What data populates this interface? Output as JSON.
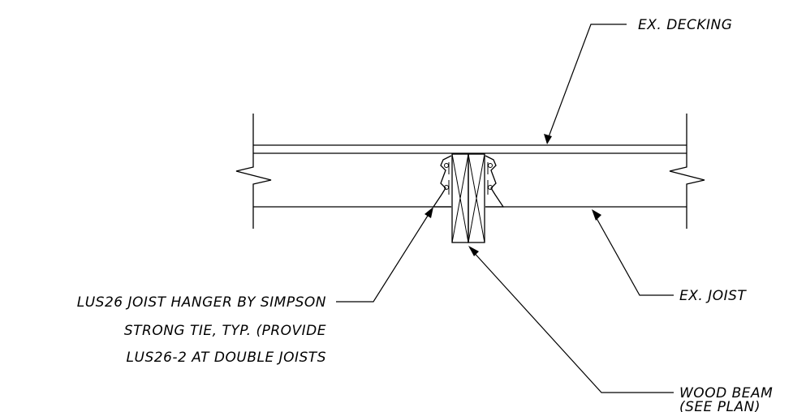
{
  "labels": {
    "decking": "EX. DECKING",
    "joist": "EX. JOIST",
    "hanger": [
      "LUS26 JOIST HANGER BY SIMPSON",
      "STRONG TIE, TYP. (PROVIDE",
      "LUS26-2 AT DOUBLE JOISTS"
    ],
    "beam": [
      "WOOD BEAM",
      "(SEE PLAN)"
    ]
  }
}
